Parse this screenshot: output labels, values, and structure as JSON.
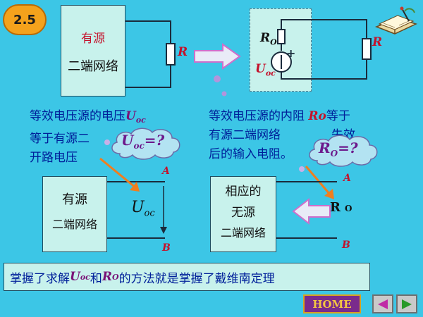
{
  "slide_number": "2.5",
  "top_left": {
    "line1": "有源",
    "line2": "二端网络",
    "resistor": "R"
  },
  "top_right": {
    "ro_main": "R",
    "ro_sub": "O",
    "resistor": "R",
    "uoc_main": "U",
    "uoc_sub": "oc",
    "plus": "+"
  },
  "left_text": {
    "l1a": "等效电压源的电压",
    "l1u": "U",
    "l1sub": "oc",
    "l2": "等于有源二",
    "l3": "开路电压"
  },
  "right_text": {
    "l1a": "等效电压源的内阻 ",
    "l1r": "Ro",
    "l1b": "等于",
    "l2a": "有源二端网络",
    "l2b": "失效",
    "l3": "后的输入电阻。"
  },
  "cloud_left": {
    "main": "U",
    "sub": "oc",
    "tail": "=?"
  },
  "cloud_right": {
    "main": "R",
    "sub": "O",
    "tail": "=?"
  },
  "bottom_left": {
    "line1": "有源",
    "line2": "二端网络",
    "a": "A",
    "b": "B",
    "uoc_main": "U",
    "uoc_sub": "oc"
  },
  "bottom_right": {
    "line1": "相应的",
    "line2": "无源",
    "line3": "二端网络",
    "a": "A",
    "b": "B",
    "ro_main": "R",
    "ro_sub": "O"
  },
  "summary": {
    "p1": "掌握了求解",
    "u": "U",
    "usub": "oc",
    "p2": " 和",
    "r": "R",
    "rsub": "O",
    "p3": "的方法就是掌握了戴维南定理"
  },
  "nav": {
    "home": "HOME"
  },
  "colors": {
    "background": "#3cc6e6",
    "panel": "#c8f2ec",
    "text_blue": "#00209a",
    "symbol_purple": "#7a1277",
    "symbol_red": "#c4122b",
    "arrow_orange": "#f07e1e"
  },
  "icons": [
    "book-icon",
    "prev-arrow-icon",
    "next-arrow-icon",
    "block-arrow-icon"
  ]
}
